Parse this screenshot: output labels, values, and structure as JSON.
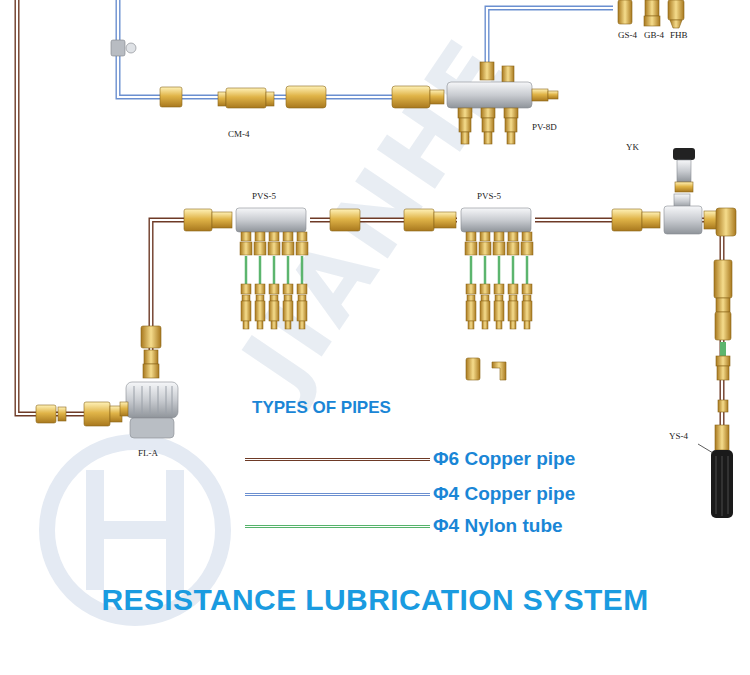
{
  "diagram": {
    "title": "RESISTANCE LUBRICATION SYSTEM",
    "nodes": [
      {
        "text": [
          "GS-4"
        ]
      },
      {
        "text": [
          "GB-4"
        ]
      },
      {
        "text": [
          "FHB"
        ]
      },
      {
        "text": [
          "CM-4"
        ]
      },
      {
        "text": [
          "PV-8D"
        ]
      },
      {
        "text": [
          "YK"
        ]
      },
      {
        "text": [
          "PVS-5"
        ]
      },
      {
        "text": [
          "PVS-5"
        ]
      },
      {
        "text": [
          "FL-A"
        ]
      },
      {
        "text": [
          "YS-4"
        ]
      }
    ],
    "edges": [
      {
        "from": 3,
        "to": 4,
        "arrow": "none"
      },
      {
        "from": 4,
        "to": 0,
        "arrow": "none"
      },
      {
        "from": 8,
        "to": 6,
        "arrow": "none"
      },
      {
        "from": 6,
        "to": 7,
        "arrow": "none"
      },
      {
        "from": 7,
        "to": 5,
        "arrow": "none"
      },
      {
        "from": 5,
        "to": 9,
        "arrow": "none"
      }
    ],
    "labels": [
      "TYPES OF PIPES",
      "JIANHE"
    ],
    "legend": [
      {
        "text": "Φ6 Copper pipe"
      },
      {
        "text": "Φ4 Copper pipe"
      },
      {
        "text": "Φ4 Nylon tube"
      }
    ]
  }
}
